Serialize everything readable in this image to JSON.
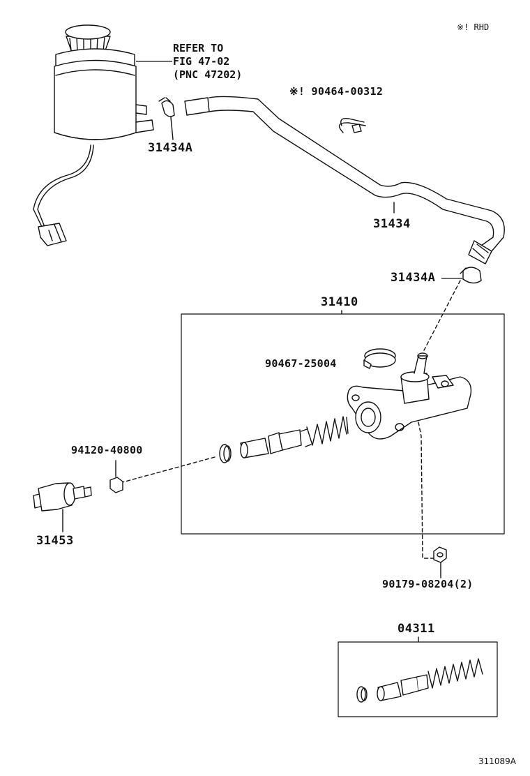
{
  "header": {
    "note": "※! RHD"
  },
  "reservoir": {
    "refer_line1": "REFER TO",
    "refer_line2": "FIG 47-02",
    "refer_line3": "(PNC 47202)"
  },
  "parts": {
    "clip_upper": "31434A",
    "clip_lower": "31434A",
    "hose": "31434",
    "hose_clip": "※! 90464-00312",
    "master_cylinder": "31410",
    "clamp": "90467-25004",
    "nut": "94120-40800",
    "push_rod": "31453",
    "nut_bolt": "90179-08204(2)",
    "repair_kit": "04311"
  },
  "figure_code": "311089A"
}
